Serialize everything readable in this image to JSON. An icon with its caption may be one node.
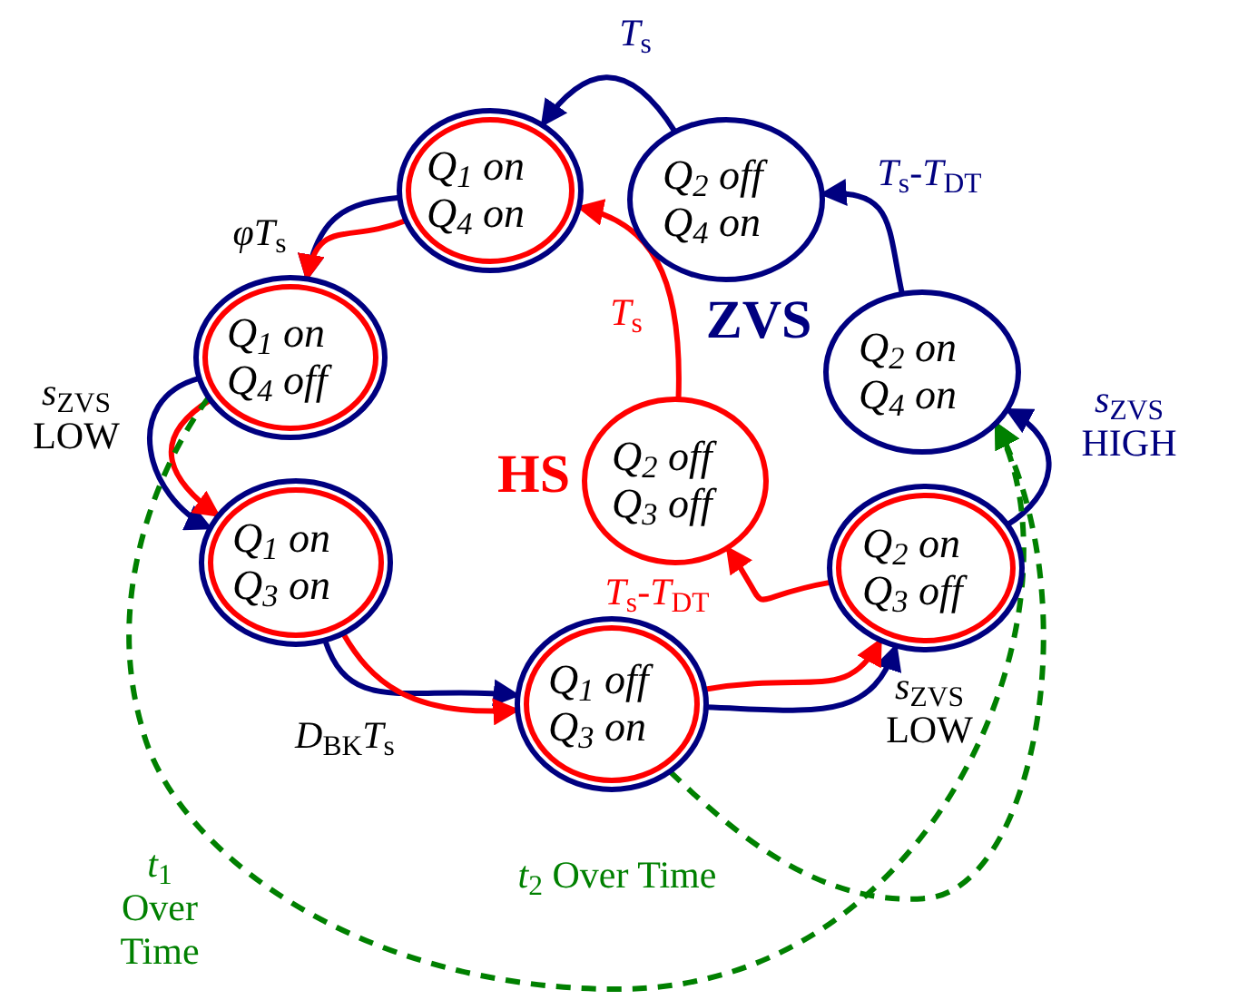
{
  "diagram": {
    "nodes": [
      {
        "text": [
          "Q$_{1}$ on Q$_{4}$ on"
        ]
      },
      {
        "text": [
          "Q$_{2}$ off Q$_{4}$ on"
        ]
      },
      {
        "text": [
          "Q$_{1}$ on Q$_{4}$ off"
        ]
      },
      {
        "text": [
          "Q$_{2}$ on Q$_{4}$ on"
        ]
      },
      {
        "text": [
          "Q$_{2}$ off Q$_{3}$ off"
        ]
      },
      {
        "text": [
          "Q$_{1}$ on Q$_{3}$ on"
        ]
      },
      {
        "text": [
          "Q$_{2}$ on Q$_{3}$ off"
        ]
      },
      {
        "text": [
          "Q$_{1}$ off Q$_{3}$ on"
        ]
      }
    ],
    "edges": [
      {
        "from": 0,
        "to": 2,
        "arrow": "to",
        "label": "*φT*$_{s}$"
      },
      {
        "from": 0,
        "to": 2,
        "arrow": "to",
        "color": "#ff0000"
      },
      {
        "from": 2,
        "to": 5,
        "arrow": "to",
        "label": "*s*$_{ZVS}$ LOW"
      },
      {
        "from": 2,
        "to": 5,
        "arrow": "to",
        "color": "#ff0000"
      },
      {
        "from": 5,
        "to": 7,
        "arrow": "to",
        "label": "*D*$_{BK}$*T*$_{s}$"
      },
      {
        "from": 5,
        "to": 7,
        "arrow": "to",
        "color": "#ff0000"
      },
      {
        "from": 7,
        "to": 6,
        "arrow": "to",
        "label": "*s*$_{ZVS}$ LOW"
      },
      {
        "from": 7,
        "to": 6,
        "arrow": "to",
        "color": "#ff0000"
      },
      {
        "from": 6,
        "to": 4,
        "arrow": "to",
        "color": "#ff0000",
        "label": "*T*$_{s}$-*T*$_{DT}$"
      },
      {
        "from": 4,
        "to": 0,
        "arrow": "to",
        "color": "#ff0000",
        "label": "*T*$_{s}$"
      },
      {
        "from": 6,
        "to": 3,
        "arrow": "to",
        "label": "*s*$_{ZVS}$ HIGH"
      },
      {
        "from": 3,
        "to": 1,
        "arrow": "to",
        "label": "*T*$_{s}$-*T*$_{DT}$"
      },
      {
        "from": 1,
        "to": 0,
        "arrow": "to",
        "label": "*T*$_{s}$"
      },
      {
        "from": 2,
        "to": 3,
        "arrow": "to",
        "style": "dashed",
        "color": "#008000",
        "label": "*t*$_{1}$ Over Time"
      },
      {
        "from": 7,
        "to": 3,
        "arrow": "to",
        "style": "dashed",
        "color": "#008000",
        "label": "*t*$_{2}$ Over Time"
      }
    ],
    "labels": [
      "HS",
      "ZVS"
    ]
  }
}
